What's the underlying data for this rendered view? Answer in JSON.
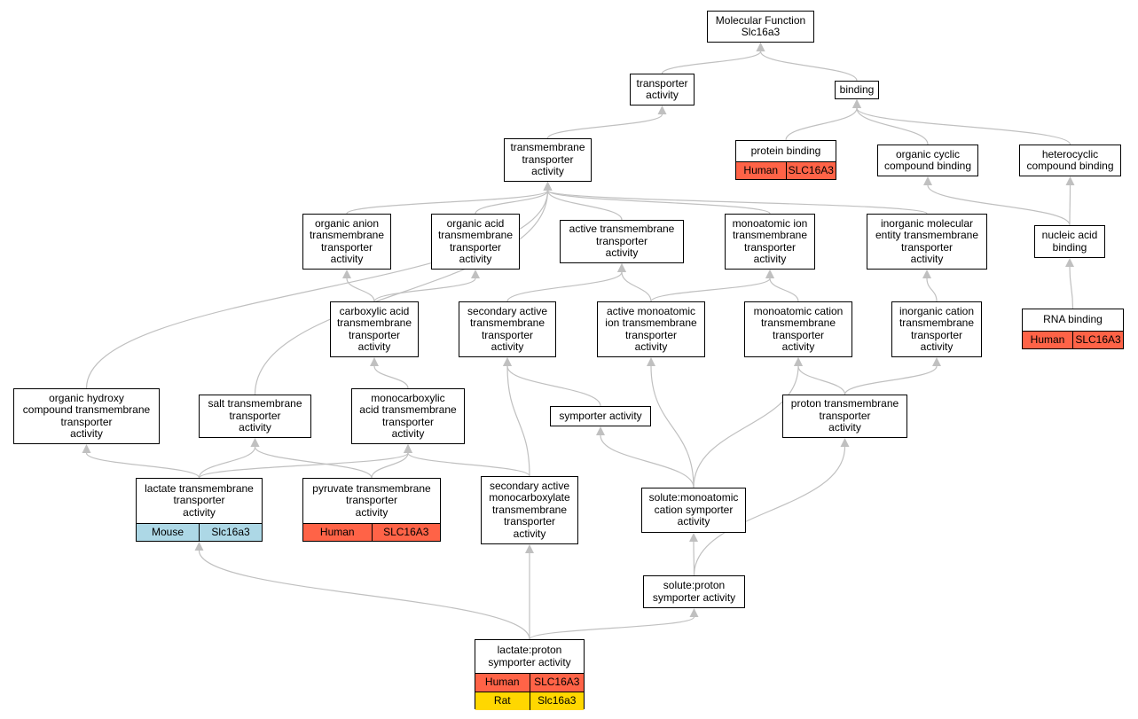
{
  "colors": {
    "edge": "#c0c0c0",
    "Human": "#ff6347",
    "Mouse": "#add8e6",
    "Rat": "#ffd700"
  },
  "nodes": {
    "mf": {
      "label": "Molecular Function\nSlc16a3",
      "rows": []
    },
    "transporter": {
      "label": "transporter\nactivity",
      "rows": []
    },
    "binding": {
      "label": "binding",
      "rows": []
    },
    "tmt": {
      "label": "transmembrane\ntransporter\nactivity",
      "rows": []
    },
    "protein_binding": {
      "label": "protein binding",
      "rows": [
        {
          "species": "Human",
          "gene": "SLC16A3"
        }
      ]
    },
    "ocb": {
      "label": "organic cyclic\ncompound binding",
      "rows": []
    },
    "hcb": {
      "label": "heterocyclic\ncompound binding",
      "rows": []
    },
    "oat": {
      "label": "organic anion\ntransmembrane\ntransporter\nactivity",
      "rows": []
    },
    "oacid": {
      "label": "organic acid\ntransmembrane\ntransporter\nactivity",
      "rows": []
    },
    "active_tm": {
      "label": "active transmembrane\ntransporter\nactivity",
      "rows": []
    },
    "mono_ion": {
      "label": "monoatomic ion\ntransmembrane\ntransporter\nactivity",
      "rows": []
    },
    "inorg_mol": {
      "label": "inorganic molecular\nentity transmembrane\ntransporter\nactivity",
      "rows": []
    },
    "nab": {
      "label": "nucleic acid\nbinding",
      "rows": []
    },
    "carbox": {
      "label": "carboxylic acid\ntransmembrane\ntransporter\nactivity",
      "rows": []
    },
    "sec_active": {
      "label": "secondary active\ntransmembrane\ntransporter\nactivity",
      "rows": []
    },
    "active_mono": {
      "label": "active monoatomic\nion transmembrane\ntransporter\nactivity",
      "rows": []
    },
    "mono_cation": {
      "label": "monoatomic cation\ntransmembrane\ntransporter\nactivity",
      "rows": []
    },
    "inorg_cation": {
      "label": "inorganic cation\ntransmembrane\ntransporter\nactivity",
      "rows": []
    },
    "rna": {
      "label": "RNA binding",
      "rows": [
        {
          "species": "Human",
          "gene": "SLC16A3"
        }
      ]
    },
    "ohc": {
      "label": "organic hydroxy\ncompound transmembrane\ntransporter\nactivity",
      "rows": []
    },
    "salt": {
      "label": "salt transmembrane\ntransporter\nactivity",
      "rows": []
    },
    "monocarb": {
      "label": "monocarboxylic\nacid transmembrane\ntransporter\nactivity",
      "rows": []
    },
    "symporter": {
      "label": "symporter activity",
      "rows": []
    },
    "proton_tm": {
      "label": "proton transmembrane\ntransporter\nactivity",
      "rows": []
    },
    "lactate_tm": {
      "label": "lactate transmembrane\ntransporter\nactivity",
      "rows": [
        {
          "species": "Mouse",
          "gene": "Slc16a3"
        }
      ]
    },
    "pyruvate_tm": {
      "label": "pyruvate transmembrane\ntransporter\nactivity",
      "rows": [
        {
          "species": "Human",
          "gene": "SLC16A3"
        }
      ]
    },
    "sec_mono": {
      "label": "secondary active\nmonocarboxylate\ntransmembrane\ntransporter\nactivity",
      "rows": []
    },
    "solute_mono": {
      "label": "solute:monoatomic\ncation symporter\nactivity",
      "rows": []
    },
    "solute_proton": {
      "label": "solute:proton\nsymporter activity",
      "rows": []
    },
    "lactate_proton": {
      "label": "lactate:proton\nsymporter activity",
      "rows": [
        {
          "species": "Human",
          "gene": "SLC16A3"
        },
        {
          "species": "Rat",
          "gene": "Slc16a3"
        }
      ]
    }
  },
  "edges": [
    [
      "transporter",
      "mf"
    ],
    [
      "binding",
      "mf"
    ],
    [
      "tmt",
      "transporter"
    ],
    [
      "protein_binding",
      "binding"
    ],
    [
      "ocb",
      "binding"
    ],
    [
      "hcb",
      "binding"
    ],
    [
      "oat",
      "tmt"
    ],
    [
      "oacid",
      "tmt"
    ],
    [
      "active_tm",
      "tmt"
    ],
    [
      "mono_ion",
      "tmt"
    ],
    [
      "inorg_mol",
      "tmt"
    ],
    [
      "ohc",
      "tmt"
    ],
    [
      "salt",
      "tmt"
    ],
    [
      "nab",
      "ocb"
    ],
    [
      "nab",
      "hcb"
    ],
    [
      "rna",
      "nab"
    ],
    [
      "carbox",
      "oat"
    ],
    [
      "carbox",
      "oacid"
    ],
    [
      "sec_active",
      "active_tm"
    ],
    [
      "active_mono",
      "active_tm"
    ],
    [
      "active_mono",
      "mono_ion"
    ],
    [
      "mono_cation",
      "mono_ion"
    ],
    [
      "inorg_cation",
      "inorg_mol"
    ],
    [
      "monocarb",
      "carbox"
    ],
    [
      "symporter",
      "sec_active"
    ],
    [
      "sec_mono",
      "sec_active"
    ],
    [
      "solute_mono",
      "active_mono"
    ],
    [
      "solute_mono",
      "mono_cation"
    ],
    [
      "solute_mono",
      "symporter"
    ],
    [
      "proton_tm",
      "mono_cation"
    ],
    [
      "proton_tm",
      "inorg_cation"
    ],
    [
      "lactate_tm",
      "ohc"
    ],
    [
      "lactate_tm",
      "salt"
    ],
    [
      "lactate_tm",
      "monocarb"
    ],
    [
      "pyruvate_tm",
      "salt"
    ],
    [
      "pyruvate_tm",
      "monocarb"
    ],
    [
      "sec_mono",
      "monocarb"
    ],
    [
      "solute_proton",
      "solute_mono"
    ],
    [
      "solute_proton",
      "proton_tm"
    ],
    [
      "lactate_proton",
      "lactate_tm"
    ],
    [
      "lactate_proton",
      "sec_mono"
    ],
    [
      "lactate_proton",
      "solute_proton"
    ]
  ]
}
